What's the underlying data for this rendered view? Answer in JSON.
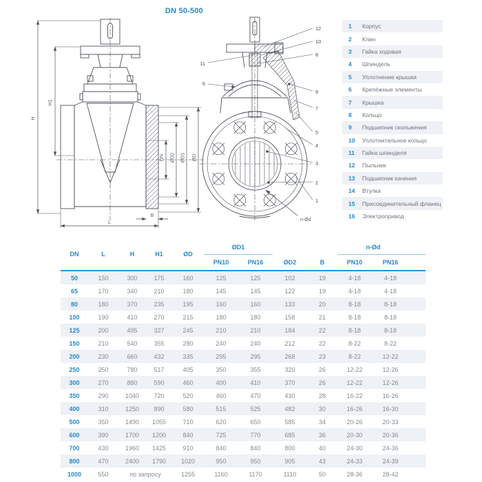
{
  "title": "DN 50-500",
  "accent_color": "#2589cf",
  "stripe_color": "#eef1f5",
  "drawing": {
    "dims": {
      "h": "H",
      "h1": "H1",
      "l": "L",
      "b": "B",
      "dn": "DN",
      "d2": "ØD2",
      "d1": "ØD1",
      "d": "ØD",
      "nod": "n-Ød"
    },
    "callouts": {
      "c1": "1",
      "c2": "2",
      "c3": "3",
      "c4": "4",
      "c5": "5",
      "c6": "6",
      "c7": "7",
      "c8": "8",
      "c9": "9",
      "c10": "10",
      "c11": "11",
      "c12": "12"
    }
  },
  "legend": {
    "items": [
      {
        "num": "1",
        "label": "Корпус"
      },
      {
        "num": "2",
        "label": "Клин"
      },
      {
        "num": "3",
        "label": "Гайка ходовая"
      },
      {
        "num": "4",
        "label": "Шпиндель"
      },
      {
        "num": "5",
        "label": "Уплотнение крышки"
      },
      {
        "num": "6",
        "label": "Крепёжные элементы"
      },
      {
        "num": "7",
        "label": "Крышка"
      },
      {
        "num": "8",
        "label": "Кольцо"
      },
      {
        "num": "9",
        "label": "Подшипник скольжения"
      },
      {
        "num": "10",
        "label": "Уплотнительное кольцо"
      },
      {
        "num": "11",
        "label": "Гайка шпинделя"
      },
      {
        "num": "12",
        "label": "Пыльник"
      },
      {
        "num": "13",
        "label": "Подшипник качения"
      },
      {
        "num": "14",
        "label": "Втулка"
      },
      {
        "num": "15",
        "label": "Присоединительный фланец"
      },
      {
        "num": "16",
        "label": "Электропривод"
      }
    ]
  },
  "table": {
    "headers": {
      "dn": "DN",
      "l": "L",
      "h": "H",
      "h1": "H1",
      "od": "ØD",
      "od1": "ØD1",
      "od2": "ØD2",
      "b": "B",
      "nod": "n-Ød",
      "pn10": "PN10",
      "pn16": "PN16"
    },
    "rows": [
      [
        "50",
        "150",
        "300",
        "175",
        "160",
        "125",
        "125",
        "102",
        "19",
        "4-18",
        "4-18"
      ],
      [
        "65",
        "170",
        "340",
        "210",
        "180",
        "145",
        "145",
        "122",
        "19",
        "4-18",
        "4-18"
      ],
      [
        "80",
        "180",
        "370",
        "235",
        "195",
        "160",
        "160",
        "133",
        "20",
        "8-18",
        "8-18"
      ],
      [
        "100",
        "190",
        "410",
        "270",
        "215",
        "180",
        "180",
        "158",
        "21",
        "8-18",
        "8-18"
      ],
      [
        "125",
        "200",
        "495",
        "327",
        "245",
        "210",
        "210",
        "184",
        "22",
        "8-18",
        "8-18"
      ],
      [
        "150",
        "210",
        "540",
        "355",
        "280",
        "240",
        "240",
        "212",
        "22",
        "8-22",
        "8-22"
      ],
      [
        "200",
        "230",
        "660",
        "432",
        "335",
        "295",
        "295",
        "268",
        "23",
        "8-22",
        "12-22"
      ],
      [
        "250",
        "250",
        "780",
        "517",
        "405",
        "350",
        "355",
        "320",
        "26",
        "12-22",
        "12-26"
      ],
      [
        "300",
        "270",
        "880",
        "590",
        "460",
        "400",
        "410",
        "370",
        "26",
        "12-22",
        "12-26"
      ],
      [
        "350",
        "290",
        "1040",
        "720",
        "520",
        "460",
        "470",
        "430",
        "28",
        "16-22",
        "16-26"
      ],
      [
        "400",
        "310",
        "1250",
        "890",
        "580",
        "515",
        "525",
        "482",
        "30",
        "16-26",
        "16-30"
      ],
      [
        "500",
        "350",
        "1490",
        "1055",
        "710",
        "620",
        "650",
        "585",
        "34",
        "20-26",
        "20-33"
      ],
      [
        "600",
        "390",
        "1700",
        "1200",
        "840",
        "725",
        "770",
        "685",
        "36",
        "20-30",
        "20-36"
      ],
      [
        "700",
        "430",
        "1960",
        "1425",
        "910",
        "840",
        "840",
        "800",
        "40",
        "24-30",
        "24-36"
      ],
      [
        "800",
        "470",
        "2400",
        "1790",
        "1020",
        "950",
        "950",
        "905",
        "43",
        "24-33",
        "24-39"
      ],
      [
        "1000",
        "550",
        {
          "text": "по запросу",
          "colspan": 2
        },
        "1255",
        "1160",
        "1170",
        "1110",
        "50",
        "28-36",
        "28-42"
      ]
    ]
  }
}
